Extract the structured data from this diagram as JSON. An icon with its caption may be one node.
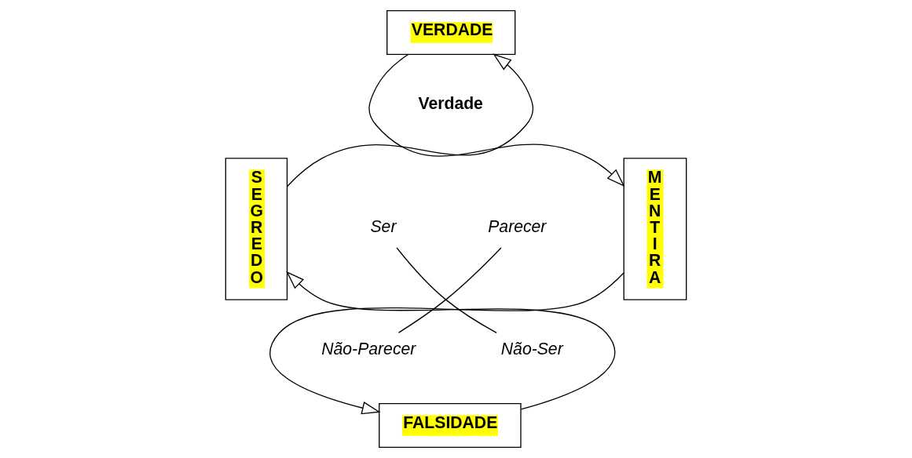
{
  "diagram": {
    "nodes": [
      {
        "text": [
          "VERDADE"
        ]
      },
      {
        "text": [
          "SEGREDO"
        ]
      },
      {
        "text": [
          "MENTIRA"
        ]
      },
      {
        "text": [
          "FALSIDADE"
        ]
      },
      {
        "text": [
          "Ser"
        ]
      },
      {
        "text": [
          "Parecer"
        ]
      },
      {
        "text": [
          "Não-Parecer"
        ]
      },
      {
        "text": [
          "Não-Ser"
        ]
      }
    ],
    "edges": [
      {
        "from": 1,
        "to": 0,
        "arrow": "to"
      },
      {
        "from": 0,
        "to": 2,
        "arrow": "to"
      },
      {
        "from": 2,
        "to": 3,
        "arrow": "to"
      },
      {
        "from": 3,
        "to": 1,
        "arrow": "to"
      },
      {
        "from": 4,
        "to": 7,
        "arrow": "none"
      },
      {
        "from": 5,
        "to": 6,
        "arrow": "none"
      }
    ],
    "labels": [
      "Verdade"
    ]
  }
}
